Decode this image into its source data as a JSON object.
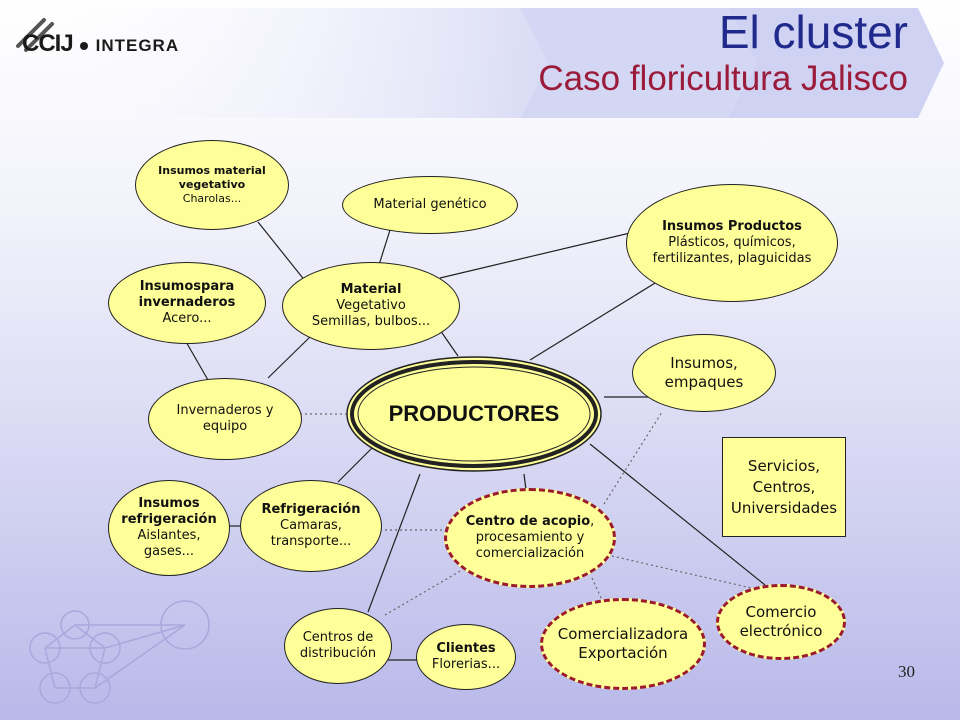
{
  "header": {
    "title": "El cluster",
    "subtitle": "Caso floricultura Jalisco",
    "logo": {
      "cc": "CCIJ",
      "integra": "INTEGRA"
    }
  },
  "center": {
    "label": "PRODUCTORES"
  },
  "nodes": {
    "insumos_material_vegetativo": {
      "title1": "Insumos material",
      "title2": "vegetativo",
      "body": "Charolas..."
    },
    "material_genetico": {
      "body": "Material genético"
    },
    "insumos_productos": {
      "title": "Insumos Productos",
      "body1": "Plásticos, químicos,",
      "body2": "fertilizantes, plaguicidas"
    },
    "insumos_invernaderos": {
      "title1": "Insumospara",
      "title2": "invernaderos",
      "body": "Acero..."
    },
    "material_vegetativo": {
      "title": "Material",
      "body1": "Vegetativo",
      "body2": "Semillas, bulbos..."
    },
    "insumos_empaques": {
      "body1": "Insumos,",
      "body2": "empaques"
    },
    "invernaderos_equipo": {
      "body1": "Invernaderos y",
      "body2": "equipo"
    },
    "insumos_refrigeracion": {
      "title1": "Insumos",
      "title2": "refrigeración",
      "body1": "Aislantes,",
      "body2": "gases..."
    },
    "refrigeracion": {
      "title": "Refrigeración",
      "body1": "Camaras,",
      "body2": "transporte..."
    },
    "centro_acopio": {
      "title": "Centro de acopio",
      "title_suffix": ",",
      "body1": "procesamiento y",
      "body2": "comercialización"
    },
    "servicios": {
      "line1": "Servicios,",
      "line2": "Centros,",
      "line3": "Universidades"
    },
    "comercio_electronico": {
      "body1": "Comercio",
      "body2": "electrónico"
    },
    "comercializadora": {
      "body1": "Comercializadora",
      "body2": "Exportación"
    },
    "centros_distribucion": {
      "body1": "Centros de",
      "body2": "distribución"
    },
    "clientes": {
      "title": "Clientes",
      "body": "Florerias..."
    }
  },
  "colors": {
    "node_fill": "#ffff99",
    "title_blue": "#1f2a8c",
    "subtitle_red": "#9b1b3a",
    "dashed_border": "#9b1b2b"
  },
  "page_number": "30"
}
